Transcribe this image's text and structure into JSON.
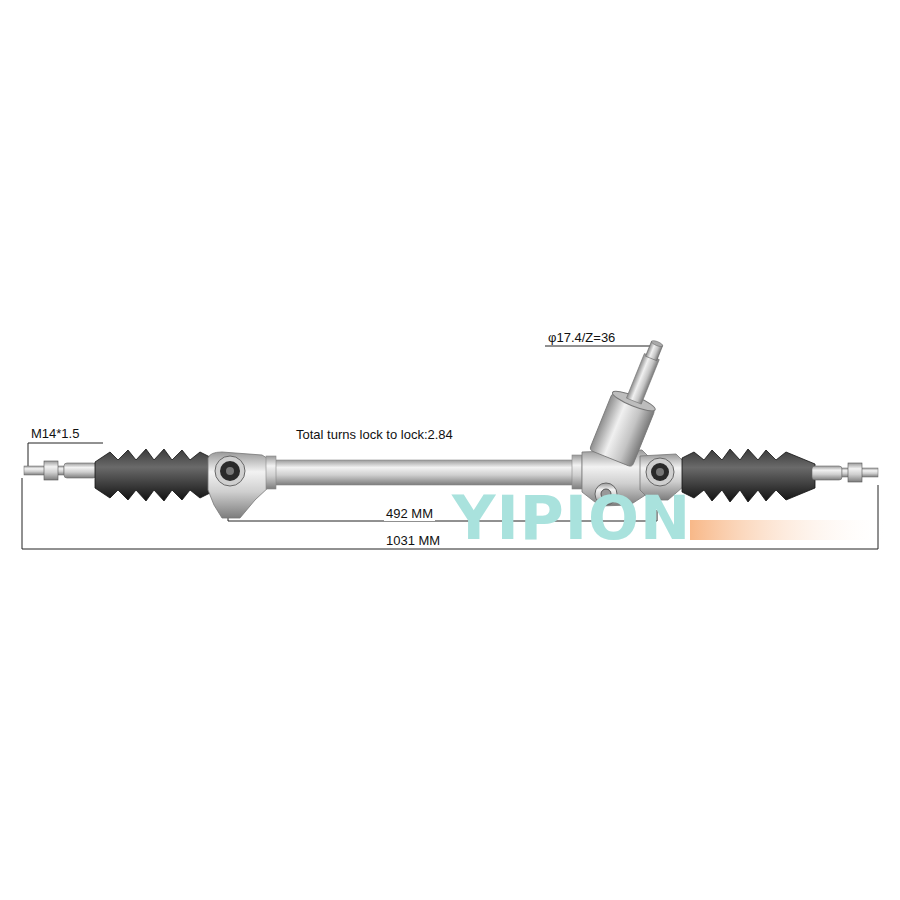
{
  "diagram": {
    "labels": [
      "φ17.4/Z=36",
      "M14*1.5",
      "Total turns lock to lock:2.84",
      "492 MM",
      "1031 MM",
      "YIPION"
    ]
  }
}
